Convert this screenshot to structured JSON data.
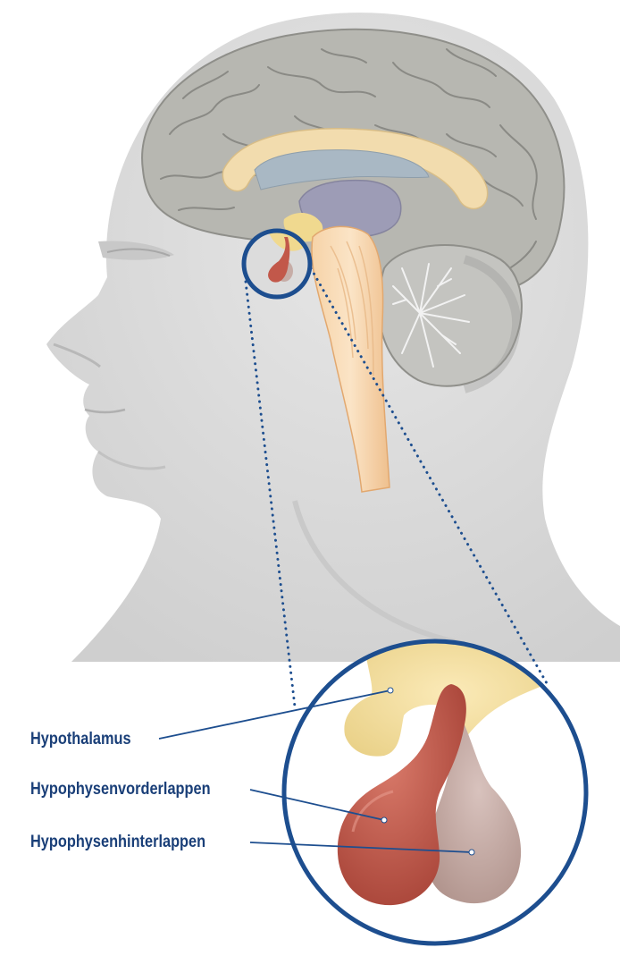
{
  "labels": {
    "hypothalamus": "Hypothalamus",
    "anterior_pituitary": "Hypophysenvorderlappen",
    "posterior_pituitary": "Hypophysenhinterlappen"
  },
  "colors": {
    "accent_blue": "#1d4e8f",
    "label_text": "#1a3f78",
    "head_gray": "#dcdcdc",
    "brain_gray": "#b4b4ae",
    "hypothalamus_yellow": "#f2dc9a",
    "anterior_lobe": "#c2584a",
    "posterior_lobe": "#c6aca6"
  }
}
